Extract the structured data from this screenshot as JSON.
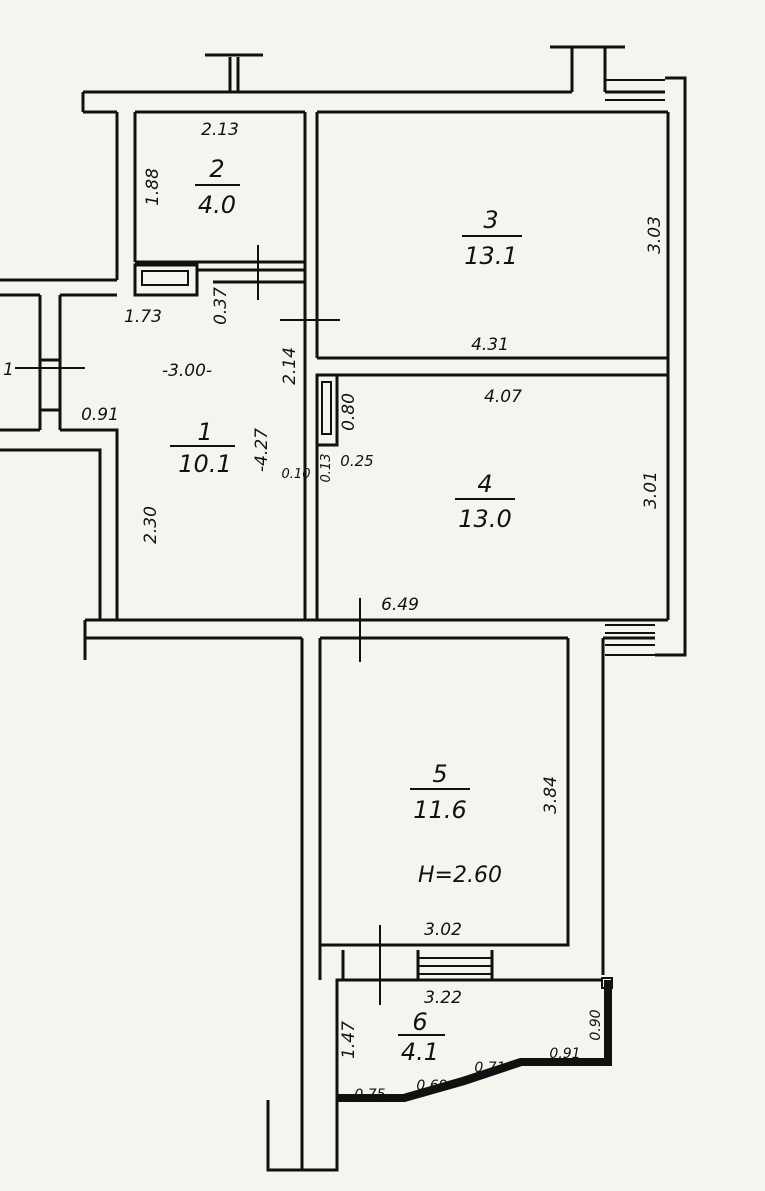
{
  "plan": {
    "ceiling_height": "H=2.60",
    "rooms": [
      {
        "number": "1",
        "area": "10.1"
      },
      {
        "number": "2",
        "area": "4.0"
      },
      {
        "number": "3",
        "area": "13.1"
      },
      {
        "number": "4",
        "area": "13.0"
      },
      {
        "number": "5",
        "area": "11.6"
      },
      {
        "number": "6",
        "area": "4.1"
      }
    ],
    "dimensions": {
      "room2_width": "2.13",
      "room2_height": "1.88",
      "room3_height": "3.03",
      "room3_width": "4.31",
      "room4_width": "4.07",
      "room4_height": "3.01",
      "hall_width_top": "1.73",
      "hall_niche": "0.37",
      "hall_width": "-3.00-",
      "hall_side": "2.14",
      "hall_length": "-4.27",
      "hall_left": "0.91",
      "hall_left_height": "2.30",
      "duct_height": "0.80",
      "duct_a": "0.10",
      "duct_b": "0.13",
      "duct_c": "0.25",
      "room5_top": "6.49",
      "room5_height": "3.84",
      "room5_bottom": "3.02",
      "balcony_width": "3.22",
      "balcony_height": "1.47",
      "balcony_right": "0.90",
      "balcony_seg1": "0.75",
      "balcony_seg2": "0.69",
      "balcony_seg3": "0.71",
      "balcony_seg4": "0.91",
      "left_cut": "1"
    }
  }
}
